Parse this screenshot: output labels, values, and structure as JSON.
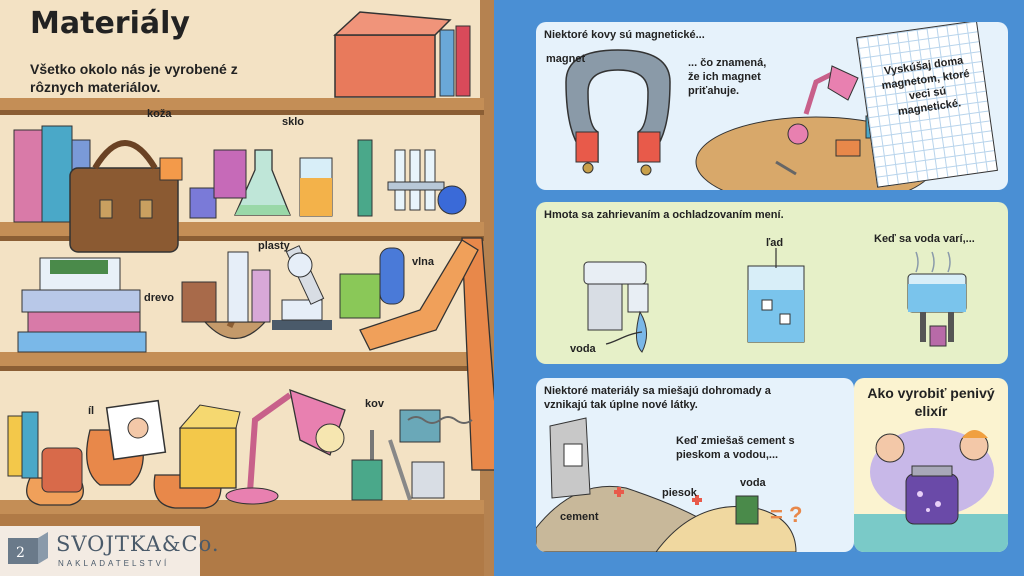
{
  "left_page": {
    "title": "Materiály",
    "subtitle": "Všetko okolo nás je vyrobené z rôznych materiálov.",
    "labels": {
      "koza": "koža",
      "sklo": "sklo",
      "plasty": "plasty",
      "vlna": "vlna",
      "drevo": "drevo",
      "il": "íl",
      "kov": "kov"
    }
  },
  "magnet_panel": {
    "heading": "Niektoré kovy sú magnetické...",
    "magnet_label": "magnet",
    "explanation": "... čo znamená, že ich magnet priťahuje.",
    "notebook": "Vyskúšaj doma magnetom, ktoré veci sú magnetické."
  },
  "matter_panel": {
    "heading": "Hmota sa zahrievaním a ochladzovaním mení.",
    "voda_label": "voda",
    "lad_label": "ľad",
    "boil_label": "Keď sa voda varí,..."
  },
  "mixing_panel": {
    "heading": "Niektoré materiály sa miešajú dohromady a vznikajú tak úplne nové látky.",
    "cement_text": "Keď zmiešaš cement s pieskom a vodou,...",
    "voda_label": "voda",
    "piesok_label": "piesok",
    "cement_label": "cement",
    "equation": "= ?"
  },
  "elixir_panel": {
    "title": "Ako vyrobiť penivý elixír"
  },
  "publisher": {
    "name": "SVOJTKA&Co.",
    "sub": "NAKLADATELSTVÍ"
  },
  "colors": {
    "page_blue": "#4a8fd4",
    "panel_light_blue": "#e6f2fb",
    "panel_green": "#e6f0c8",
    "shelf_wood": "#a8794a",
    "left_page_bg": "#f5e6cc"
  }
}
